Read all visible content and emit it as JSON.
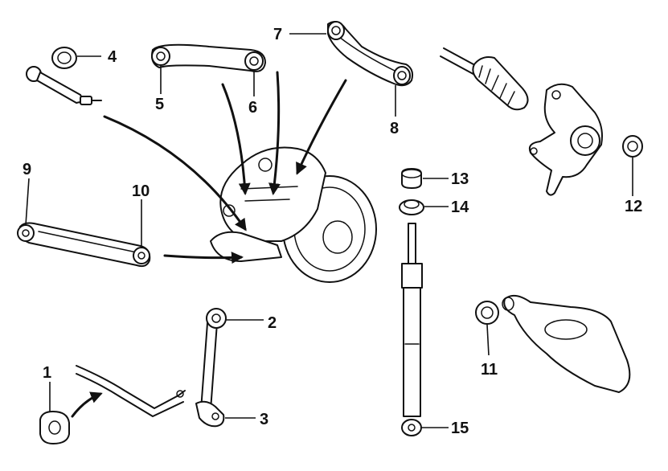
{
  "callouts": {
    "p1": "1",
    "p2": "2",
    "p3": "3",
    "p4": "4",
    "p5": "5",
    "p6": "6",
    "p7": "7",
    "p8": "8",
    "p9": "9",
    "p10": "10",
    "p11": "11",
    "p12": "12",
    "p13": "13",
    "p14": "14",
    "p15": "15"
  }
}
